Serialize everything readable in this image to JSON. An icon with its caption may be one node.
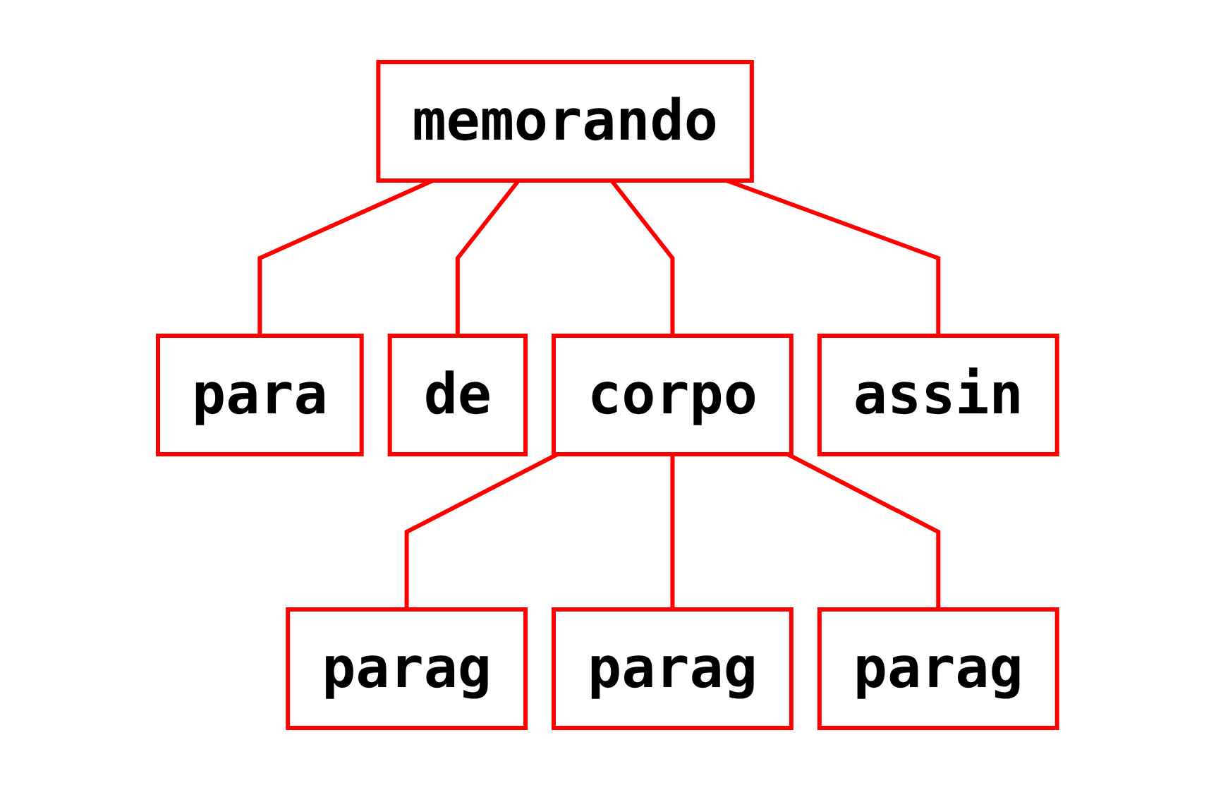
{
  "diagram": {
    "nodes": [
      {
        "text": [
          "memorando"
        ]
      },
      {
        "text": [
          "para"
        ]
      },
      {
        "text": [
          "de"
        ]
      },
      {
        "text": [
          "corpo"
        ]
      },
      {
        "text": [
          "assin"
        ]
      },
      {
        "text": [
          "parag"
        ]
      },
      {
        "text": [
          "parag"
        ]
      },
      {
        "text": [
          "parag"
        ]
      }
    ],
    "edges": [
      {
        "from": 0,
        "to": 1,
        "arrow": "none"
      },
      {
        "from": 0,
        "to": 2,
        "arrow": "none"
      },
      {
        "from": 0,
        "to": 3,
        "arrow": "none"
      },
      {
        "from": 0,
        "to": 4,
        "arrow": "none"
      },
      {
        "from": 3,
        "to": 5,
        "arrow": "none"
      },
      {
        "from": 3,
        "to": 6,
        "arrow": "none"
      },
      {
        "from": 3,
        "to": 7,
        "arrow": "none"
      }
    ]
  }
}
